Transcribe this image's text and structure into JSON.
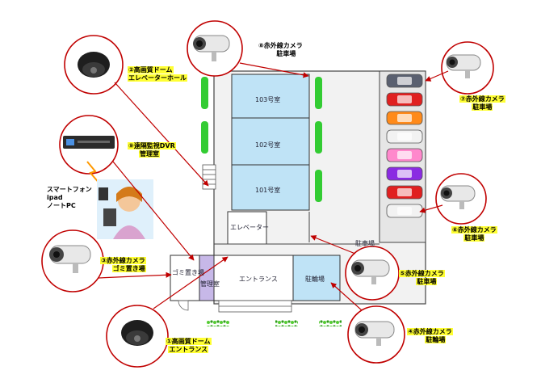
{
  "cameras": {
    "c1": {
      "num": "①",
      "text": "高画質ドーム",
      "sub": "エントランス"
    },
    "c2": {
      "num": "②",
      "text": "高画質ドーム",
      "sub": "エレベーターホール"
    },
    "c3": {
      "num": "③",
      "text": "赤外線カメラ",
      "sub": "ゴミ置き場"
    },
    "c4": {
      "num": "④",
      "text": "赤外線カメラ",
      "sub": "駐輪場"
    },
    "c5": {
      "num": "⑤",
      "text": "赤外線カメラ",
      "sub": "駐車場"
    },
    "c6": {
      "num": "⑥",
      "text": "赤外線カメラ",
      "sub": "駐車場"
    },
    "c7": {
      "num": "⑦",
      "text": "赤外線カメラ",
      "sub": "駐車場"
    },
    "c8": {
      "num": "⑧",
      "text": "赤外線カメラ",
      "sub": "駐車場"
    }
  },
  "dvr": {
    "num": "⑨",
    "text": "遠隔監視DVR",
    "sub": "管理室"
  },
  "devices": {
    "line1": "スマートフォン",
    "line2": "ipad",
    "line3": "ノートPC"
  },
  "rooms": {
    "r103": "103号室",
    "r102": "102号室",
    "r101": "101号室",
    "elevator": "エレベーター",
    "garbage": "ゴミ置き場",
    "office": "管理室",
    "entrance": "エントランス",
    "bicycle": "駐輪場",
    "parking": "駐車場"
  },
  "colors": {
    "room_fill": "#bfe3f6",
    "accent_red": "#c00000",
    "label_yellow": "#ffff33",
    "office_fill": "#c7b8e8"
  },
  "cars": [
    {
      "color": "#5a6070"
    },
    {
      "color": "#e02020"
    },
    {
      "color": "#ff8a1a"
    },
    {
      "color": "#f2f2f2"
    },
    {
      "color": "#ff88cc"
    },
    {
      "color": "#8a2be2"
    },
    {
      "color": "#e02020"
    },
    {
      "color": "#f2f2f2"
    }
  ]
}
